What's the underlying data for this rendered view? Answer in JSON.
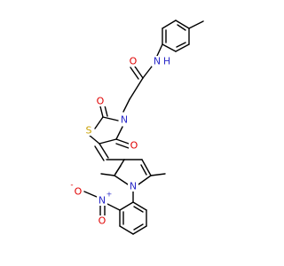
{
  "molecule": {
    "atoms": {
      "amide_N": {
        "label": "N",
        "color": "#2a2ac8"
      },
      "amide_H": {
        "label": "H",
        "color": "#2a2ac8"
      },
      "amide_O": {
        "label": "O",
        "color": "#e00000"
      },
      "ring_O_top": {
        "label": "O",
        "color": "#e00000"
      },
      "ring_O_right": {
        "label": "O",
        "color": "#e00000"
      },
      "ring_S": {
        "label": "S",
        "color": "#c8a000"
      },
      "ring_N": {
        "label": "N",
        "color": "#2a2ac8"
      },
      "pyrrole_N": {
        "label": "N",
        "color": "#2a2ac8"
      },
      "nitro_N": {
        "label": "N",
        "color": "#2a2ac8"
      },
      "nitro_plus": {
        "label": "+",
        "color": "#2a2ac8"
      },
      "nitro_O_left": {
        "label": "O",
        "color": "#e00000"
      },
      "nitro_minus": {
        "label": "-",
        "color": "#e00000"
      },
      "nitro_O_bottom": {
        "label": "O",
        "color": "#e00000"
      }
    }
  }
}
